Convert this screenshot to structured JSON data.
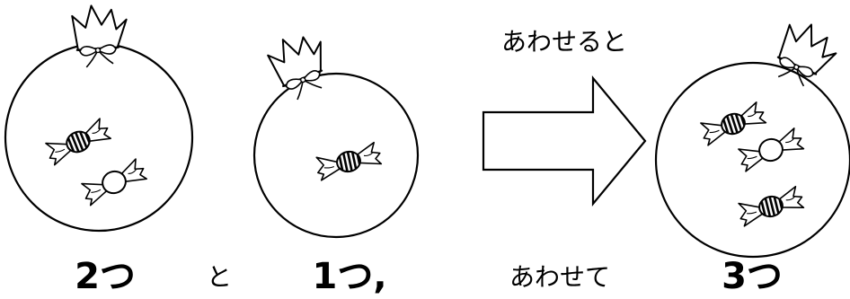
{
  "arrow_label": "あわせると",
  "captions": {
    "first": "2つ",
    "connector": "と",
    "second": "1つ,",
    "combine": "あわせて",
    "total": "3つ"
  },
  "bags": [
    {
      "candies": [
        "striped",
        "plain"
      ]
    },
    {
      "candies": [
        "striped"
      ]
    },
    {
      "candies": [
        "striped",
        "plain",
        "striped"
      ]
    }
  ]
}
